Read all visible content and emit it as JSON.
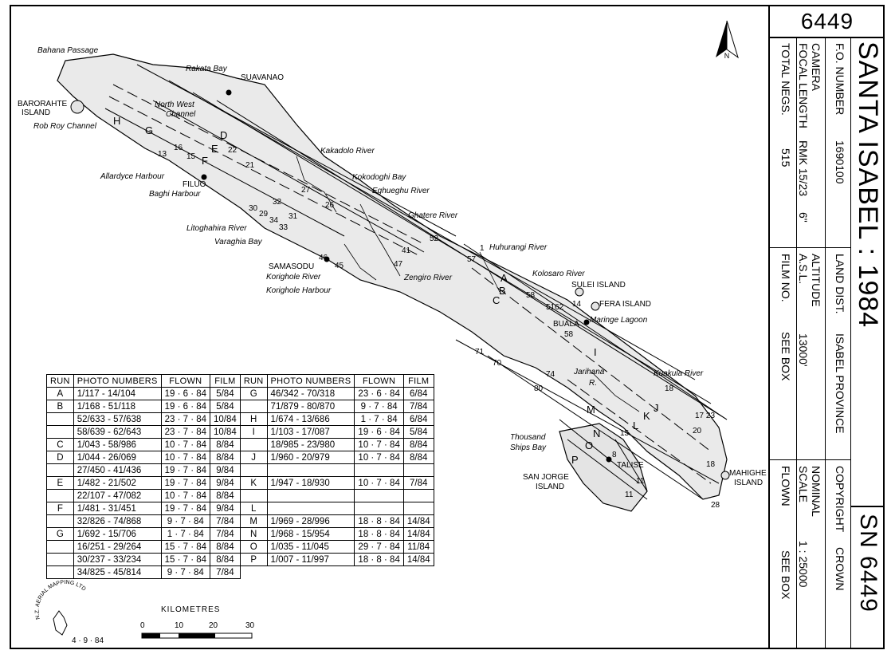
{
  "sheet_number": "6449",
  "title": "SANTA ISABEL : 1984",
  "sn": "SN 6449",
  "info": {
    "fo_label": "F.O. NUMBER",
    "fo_value": "1690100",
    "camera_label": "CAMERA",
    "focal_label": "FOCAL LENGTH",
    "camera_value": "RMK 15/23",
    "focal_value": "6\"",
    "total_negs_label": "TOTAL NEGS.",
    "total_negs_value": "515",
    "land_dist_label": "LAND DIST.",
    "land_dist_value": "ISABEL PROVINCE",
    "altitude_label": "ALTITUDE",
    "asl_label": "A.S.L.",
    "altitude_value": "13000'",
    "film_no_label": "FILM NO.",
    "film_no_value": "SEE BOX",
    "copyright_label": "COPYRIGHT",
    "copyright_value": "CROWN",
    "nominal_label": "NOMINAL",
    "scale_label": "SCALE",
    "scale_value": "1 : 25000",
    "flown_label": "FLOWN",
    "flown_value": "SEE BOX"
  },
  "north_label": "N",
  "place_labels": {
    "bahana": "Bahana Passage",
    "rakata": "Rakata Bay",
    "suavanao": "SUAVANAO",
    "barorahte_1": "BARORAHTE",
    "barorahte_2": "ISLAND",
    "robroy": "Rob Roy Channel",
    "northwest_1": "North West",
    "northwest_2": "Channel",
    "kakadolo": "Kakadolo River",
    "kokodoghi": "Kokodoghi Bay",
    "eghueghu": "Eghueghu River",
    "allardyce": "Allardyce Harbour",
    "filuo": "FILUO",
    "baghi": "Baghi Harbour",
    "ghatere": "Ghatere River",
    "litoghahira": "Litoghahira River",
    "varaghia": "Varaghia Bay",
    "huhurangi": "Huhurangi River",
    "samasodu": "SAMASODU",
    "korighole_r": "Korighole River",
    "korighole_h": "Korighole Harbour",
    "zengiro": "Zengiro River",
    "kolosaro": "Kolosaro River",
    "sulei": "SULEI ISLAND",
    "fera": "FERA ISLAND",
    "buala": "BUALA",
    "maringe": "Maringe Lagoon",
    "jarihana_1": "Jarihana",
    "jarihana_2": "R.",
    "kuakula": "Kuakula River",
    "thousand_1": "Thousand",
    "thousand_2": "Ships Bay",
    "talise": "TALISE",
    "sanjorge_1": "SAN JORGE",
    "sanjorge_2": "ISLAND",
    "mahighe_1": "MAHIGHE",
    "mahighe_2": "ISLAND"
  },
  "run_labels": {
    "D": "D",
    "E": "E",
    "F": "F",
    "G": "G",
    "H": "H",
    "A": "A",
    "B": "B",
    "C": "C",
    "I": "I",
    "J": "J",
    "K": "K",
    "L": "L",
    "M": "M",
    "N": "N",
    "O": "O",
    "P": "P"
  },
  "photo_numbers_on_map": {
    "n22": "22",
    "n21": "21",
    "n16": "16",
    "n15": "15",
    "n13": "13",
    "n27": "27",
    "n26": "26",
    "n32": "32",
    "n31": "31",
    "n30": "30",
    "n29": "29",
    "n34": "34",
    "n33": "33",
    "n52": "52",
    "n41": "41",
    "n47": "47",
    "n46": "46",
    "n45": "45",
    "n1": "1",
    "n57": "57",
    "n58a": "58",
    "n14": "14",
    "n5162": "5162",
    "n58b": "58",
    "n71": "71",
    "n70": "70",
    "n74": "74",
    "n80": "80",
    "n18a": "18",
    "n1723": "17 23",
    "n20": "20",
    "n18b": "18",
    "n28": "28",
    "n11": "11",
    "n8": "8",
    "n11b": "11"
  },
  "table": {
    "headers": [
      "RUN",
      "PHOTO NUMBERS",
      "FLOWN",
      "FILM",
      "RUN",
      "PHOTO NUMBERS",
      "FLOWN",
      "FILM"
    ],
    "left": [
      {
        "run": "A",
        "photo": "1/117  -  14/104",
        "flown": "19 · 6 · 84",
        "film": "5/84"
      },
      {
        "run": "B",
        "photo": "1/168  -  51/118",
        "flown": "19 · 6 · 84",
        "film": "5/84"
      },
      {
        "run": "",
        "photo": "52/633  -  57/638",
        "flown": "23 · 7 · 84",
        "film": "10/84"
      },
      {
        "run": "",
        "photo": "58/639  -  62/643",
        "flown": "23 · 7 · 84",
        "film": "10/84"
      },
      {
        "run": "C",
        "photo": "1/043  -  58/986",
        "flown": "10 · 7 · 84",
        "film": "8/84"
      },
      {
        "run": "D",
        "photo": "1/044  -  26/069",
        "flown": "10 · 7 · 84",
        "film": "8/84"
      },
      {
        "run": "",
        "photo": "27/450  -  41/436",
        "flown": "19 · 7 · 84",
        "film": "9/84"
      },
      {
        "run": "E",
        "photo": "1/482  -  21/502",
        "flown": "19 · 7 · 84",
        "film": "9/84"
      },
      {
        "run": "",
        "photo": "22/107  -  47/082",
        "flown": "10 · 7 · 84",
        "film": "8/84"
      },
      {
        "run": "F",
        "photo": "1/481  -  31/451",
        "flown": "19 · 7 · 84",
        "film": "9/84"
      },
      {
        "run": "",
        "photo": "32/826  -  74/868",
        "flown": "9 · 7 · 84",
        "film": "7/84"
      },
      {
        "run": "G",
        "photo": "1/692  -  15/706",
        "flown": "1 · 7 · 84",
        "film": "7/84"
      },
      {
        "run": "",
        "photo": "16/251  -  29/264",
        "flown": "15 · 7 · 84",
        "film": "8/84"
      },
      {
        "run": "",
        "photo": "30/237  -  33/234",
        "flown": "15 · 7 · 84",
        "film": "8/84"
      },
      {
        "run": "",
        "photo": "34/825  -  45/814",
        "flown": "9 · 7 · 84",
        "film": "7/84"
      }
    ],
    "right": [
      {
        "run": "G",
        "photo": "46/342  -  70/318",
        "flown": "23 · 6 · 84",
        "film": "6/84"
      },
      {
        "run": "",
        "photo": "71/879  -  80/870",
        "flown": "9 · 7 · 84",
        "film": "7/84"
      },
      {
        "run": "H",
        "photo": "1/674  -  13/686",
        "flown": "1 · 7 · 84",
        "film": "6/84"
      },
      {
        "run": "I",
        "photo": "1/103  -  17/087",
        "flown": "19 · 6 · 84",
        "film": "5/84"
      },
      {
        "run": "",
        "photo": "18/985  -  23/980",
        "flown": "10 · 7 · 84",
        "film": "8/84"
      },
      {
        "run": "J",
        "photo": "1/960  -  20/979",
        "flown": "10 · 7 · 84",
        "film": "8/84"
      },
      {
        "run": "",
        "photo": "",
        "flown": "",
        "film": ""
      },
      {
        "run": "K",
        "photo": "1/947  -  18/930",
        "flown": "10 · 7 · 84",
        "film": "7/84"
      },
      {
        "run": "",
        "photo": "",
        "flown": "",
        "film": ""
      },
      {
        "run": "L",
        "photo": "",
        "flown": "",
        "film": ""
      },
      {
        "run": "M",
        "photo": "1/969  -  28/996",
        "flown": "18 · 8 · 84",
        "film": "14/84"
      },
      {
        "run": "N",
        "photo": "1/968  -  15/954",
        "flown": "18 · 8 · 84",
        "film": "14/84"
      },
      {
        "run": "O",
        "photo": "1/035  -  11/045",
        "flown": "29 · 7 · 84",
        "film": "11/84"
      },
      {
        "run": "P",
        "photo": "1/007  -  11/997",
        "flown": "18 · 8 · 84",
        "film": "14/84"
      }
    ]
  },
  "scale_bar": {
    "title": "KILOMETRES",
    "ticks": [
      "0",
      "10",
      "20",
      "30"
    ]
  },
  "logo_text": "N.Z. AERIAL MAPPING LTD",
  "date": "4 · 9 · 84"
}
